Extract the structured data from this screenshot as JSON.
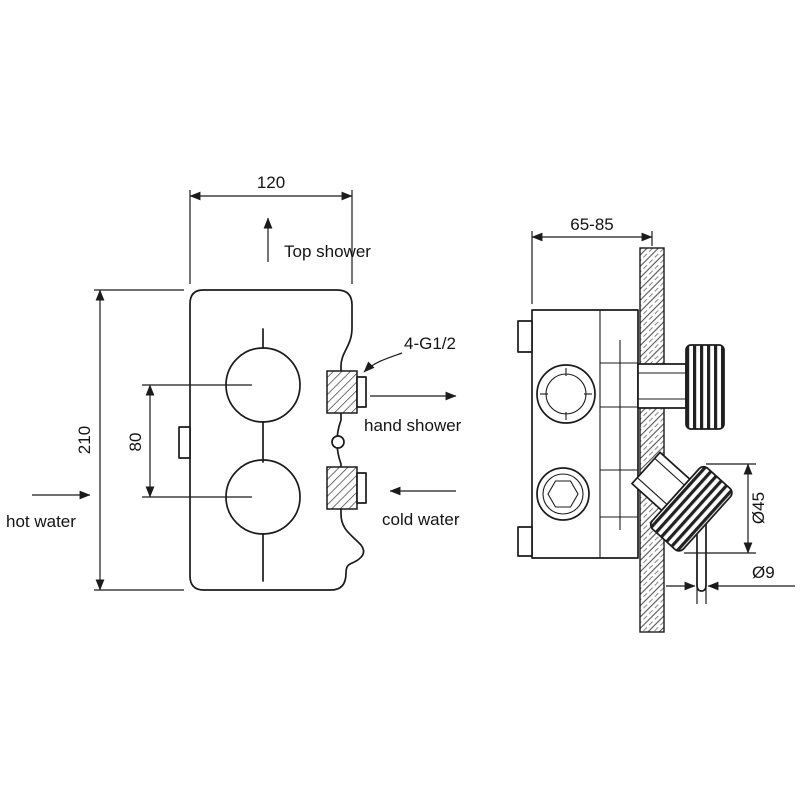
{
  "drawing": {
    "title": "Concealed thermostatic shower mixer installation drawing",
    "line_color": "#1b1b1b",
    "front": {
      "width_dim": "120",
      "height_dim": "210",
      "center_spacing_dim": "80",
      "top_shower_label": "Top shower",
      "hand_shower_label": "hand shower",
      "cold_water_label": "cold water",
      "hot_water_label": "hot water",
      "thread_spec_label": "4-G1/2"
    },
    "side": {
      "depth_dim": "65-85",
      "handle_diameter_dim": "Ø45",
      "stem_diameter_dim": "Ø9"
    }
  }
}
